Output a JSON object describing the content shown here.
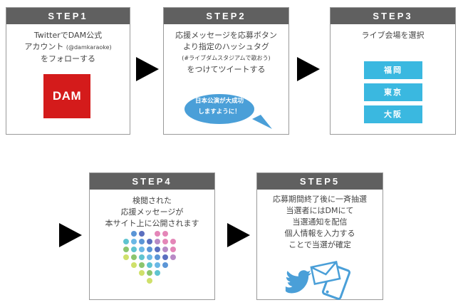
{
  "steps": [
    {
      "title": "STEP1",
      "lines": [
        "TwitterでDAM公式",
        "アカウント",
        "(@damkaraoke)",
        "をフォローする"
      ],
      "logo_text": "DAM",
      "logo_color": "#d41b1b"
    },
    {
      "title": "STEP2",
      "lines": [
        "応援メッセージを応募ボタン",
        "より指定のハッシュタグ",
        "(#ライブダムスタジアムで歌おう)",
        "をつけてツイートする"
      ],
      "bubble_lines": [
        "日本公演が大成功",
        "しますように！"
      ],
      "bubble_color": "#4a9fd8"
    },
    {
      "title": "STEP3",
      "lines": [
        "ライブ会場を選択"
      ],
      "venues": [
        "福岡",
        "東京",
        "大阪"
      ],
      "venue_color": "#3ab8e0"
    },
    {
      "title": "STEP4",
      "lines": [
        "検閲された",
        "応援メッセージが",
        "本サイト上に公開されます"
      ],
      "icon": "heart-dots-icon"
    },
    {
      "title": "STEP5",
      "lines": [
        "応募期間終了後に一斉抽選",
        "当選者にはDMにて",
        "当選通知を配信",
        "個人情報を入力する",
        "ことで当選が確定"
      ],
      "icons": [
        "twitter-bird-icon",
        "mail-icon",
        "smartphone-icon"
      ],
      "icon_color": "#4a9fd8"
    }
  ],
  "colors": {
    "header_bg": "#606060",
    "arrow": "#000000",
    "heart_rows": [
      [
        "#5b95d6",
        "#5b6fbf",
        null,
        "#e486b8",
        "#e486b8"
      ],
      [
        "#5fc4d0",
        "#6ab8e6",
        "#5b95d6",
        "#5b6fbf",
        "#b88ac6",
        "#e486b8",
        "#e486b8"
      ],
      [
        "#8cc56e",
        "#5fc4d0",
        "#6ab8e6",
        "#5b95d6",
        "#5b6fbf",
        "#b88ac6",
        "#e486b8"
      ],
      [
        "#cfe06a",
        "#8cc56e",
        "#5fc4d0",
        "#6ab8e6",
        "#5b95d6",
        "#5b6fbf",
        "#b88ac6"
      ],
      [
        "#cfe06a",
        "#8cc56e",
        "#5fc4d0",
        "#6ab8e6",
        "#5b95d6"
      ],
      [
        "#cfe06a",
        "#8cc56e",
        "#5fc4d0"
      ],
      [
        "#cfe06a"
      ]
    ]
  }
}
